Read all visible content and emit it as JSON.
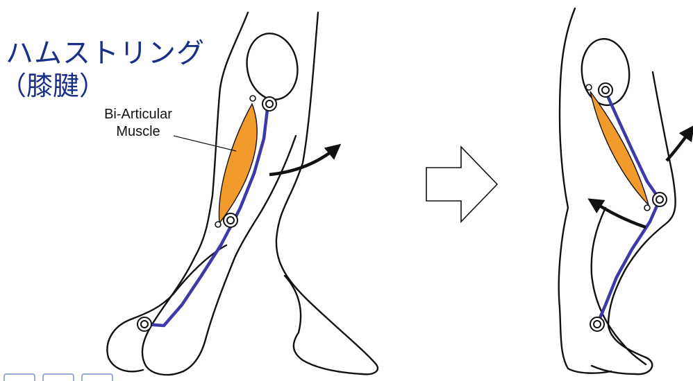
{
  "labels": {
    "title": "ハムストリング",
    "subtitle": "（膝腱）",
    "muscle_line1": "Bi-Articular",
    "muscle_line2": "Muscle"
  },
  "colors": {
    "muscle": "#f39a2c",
    "bone": "#3b3aa8",
    "title": "#1a2f88",
    "outline": "#111111"
  },
  "icons": {
    "transition": "right-arrow-outline",
    "motion": "curved-arrow"
  }
}
